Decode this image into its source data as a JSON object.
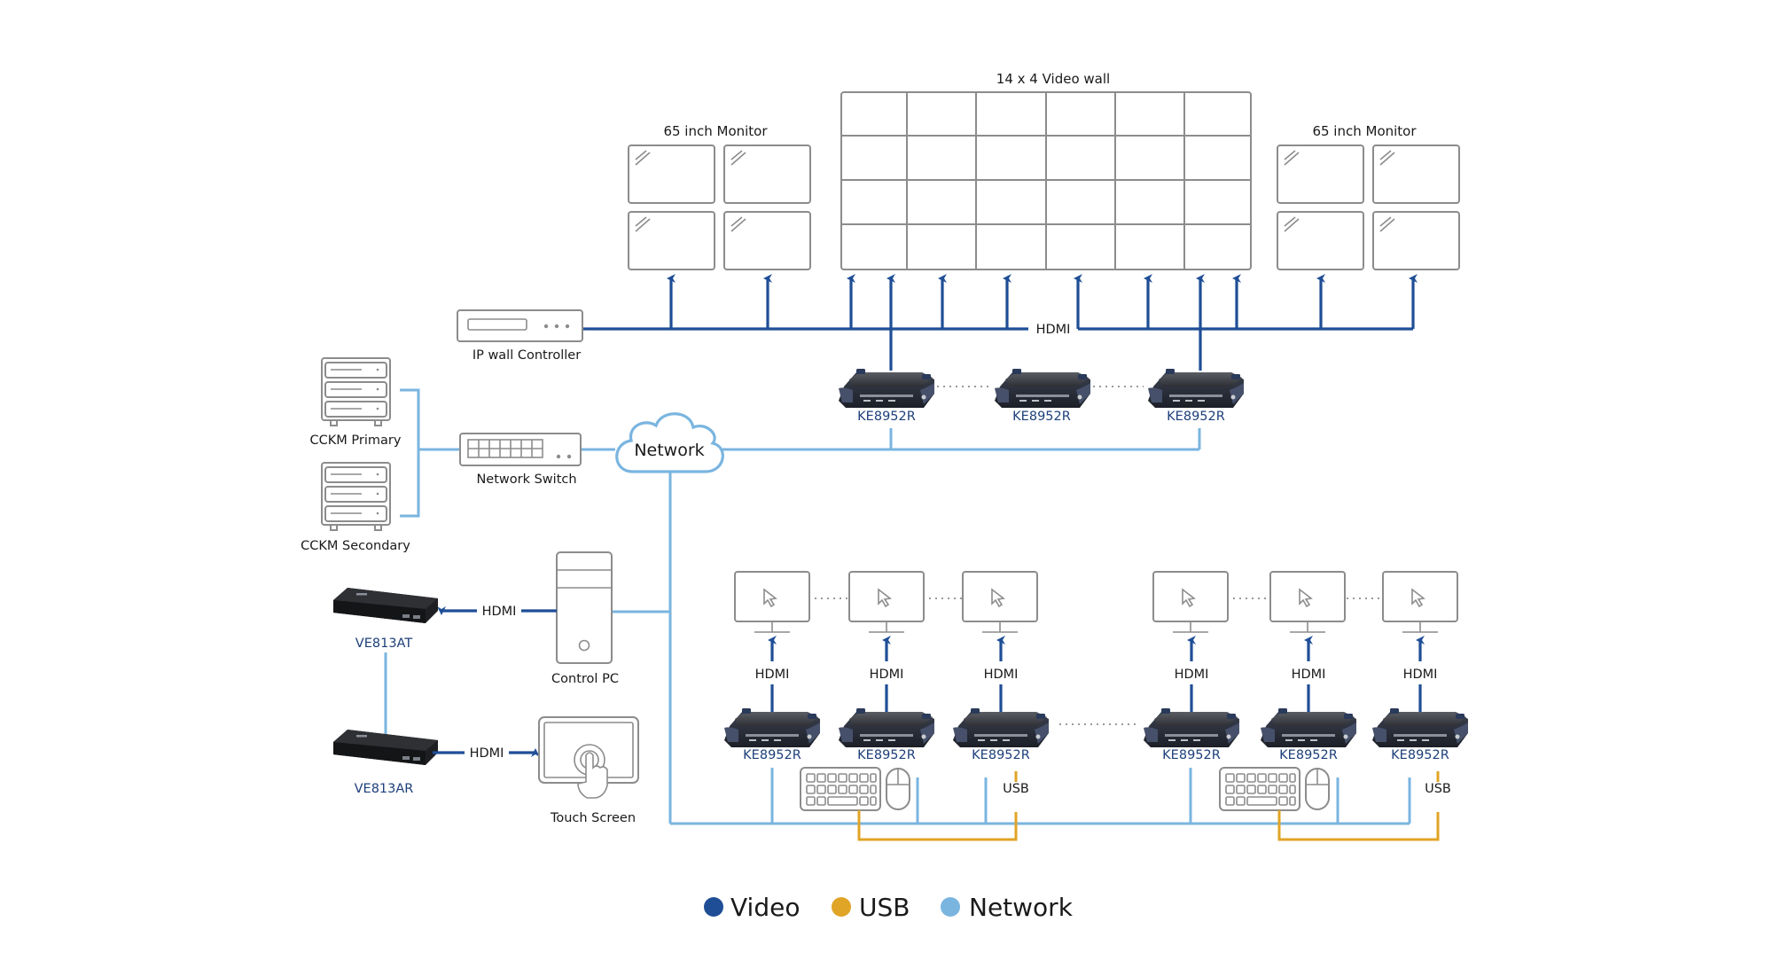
{
  "colors": {
    "video": "#1f4e96",
    "usb": "#e0a426",
    "network": "#7ab5e0",
    "outline": "#8c8c8c",
    "model_text": "#1d3f7a"
  },
  "top": {
    "left_monitors_label": "65 inch Monitor",
    "video_wall_label": "14 x 4 Video wall",
    "right_monitors_label": "65 inch Monitor",
    "hdmi_bus_label": "HDMI"
  },
  "left": {
    "ip_wall_controller": "IP wall Controller",
    "cckm_primary": "CCKM Primary",
    "cckm_secondary": "CCKM Secondary",
    "network_switch": "Network Switch",
    "network_cloud": "Network",
    "control_pc": "Control PC",
    "touch_screen": "Touch Screen",
    "ve_transmitter": "VE813AT",
    "ve_receiver": "VE813AR",
    "hdmi_to_transmitter": "HDMI",
    "hdmi_to_touch": "HDMI"
  },
  "wall_receivers": [
    {
      "model": "KE8952R"
    },
    {
      "model": "KE8952R"
    },
    {
      "model": "KE8952R"
    }
  ],
  "workstations": [
    {
      "model": "KE8952R",
      "link": "HDMI"
    },
    {
      "model": "KE8952R",
      "link": "HDMI"
    },
    {
      "model": "KE8952R",
      "link": "HDMI",
      "usb": "USB"
    },
    {
      "model": "KE8952R",
      "link": "HDMI"
    },
    {
      "model": "KE8952R",
      "link": "HDMI"
    },
    {
      "model": "KE8952R",
      "link": "HDMI",
      "usb": "USB"
    }
  ],
  "legend": [
    {
      "label": "Video",
      "color": "#1f4e96"
    },
    {
      "label": "USB",
      "color": "#e0a426"
    },
    {
      "label": "Network",
      "color": "#7ab5e0"
    }
  ]
}
